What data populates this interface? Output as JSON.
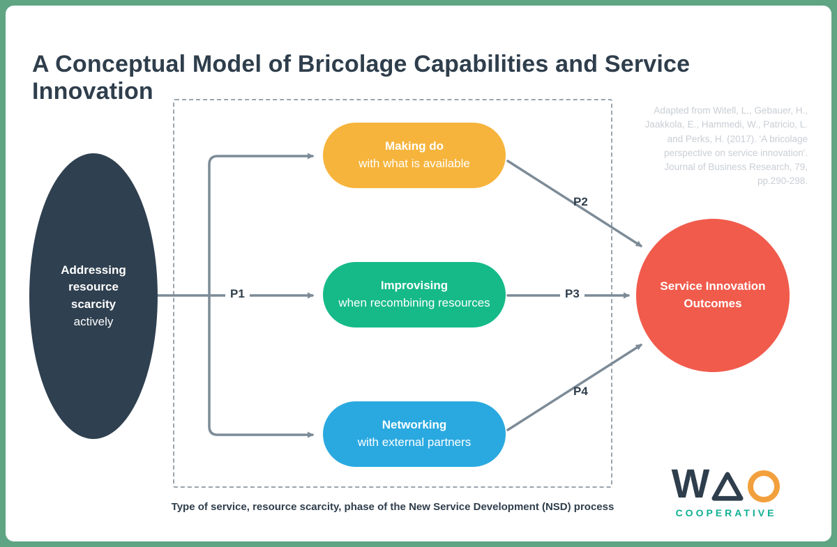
{
  "title": "A Conceptual Model of Bricolage Capabilities and Service Innovation",
  "caption": "Type of service, resource scarcity, phase of the New Service Development (NSD) process",
  "citation": "Adapted from Witell, L., Gebauer, H., Jaakkola, E., Hammedi, W., Patricio, L. and Perks, H. (2017). 'A bricolage perspective on service innovation'. Journal of Business Research, 79, pp.290-298.",
  "nodes": {
    "input": {
      "title": "Addressing resource scarcity",
      "subtitle": "actively"
    },
    "making_do": {
      "title": "Making do",
      "subtitle": "with what is available"
    },
    "improvising": {
      "title": "Improvising",
      "subtitle": "when recombining resources"
    },
    "networking": {
      "title": "Networking",
      "subtitle": "with external partners"
    },
    "outcomes": {
      "title": "Service Innovation Outcomes"
    }
  },
  "path_labels": {
    "p1": "P1",
    "p2": "P2",
    "p3": "P3",
    "p4": "P4"
  },
  "colors": {
    "background": "#5FA483",
    "navy": "#2F3E4C",
    "input_node": "#2F4050",
    "making_do": "#F6B43C",
    "improvising": "#16BA89",
    "networking": "#2AA9E0",
    "outcomes": "#F15B4C",
    "arrow": "#7C8B97",
    "citation_text": "#C9CED4",
    "logo_orange": "#F2A03D",
    "logo_teal": "#0FAF92"
  },
  "logo": {
    "word_w": "W",
    "cooperative": "COOPERATIVE"
  }
}
